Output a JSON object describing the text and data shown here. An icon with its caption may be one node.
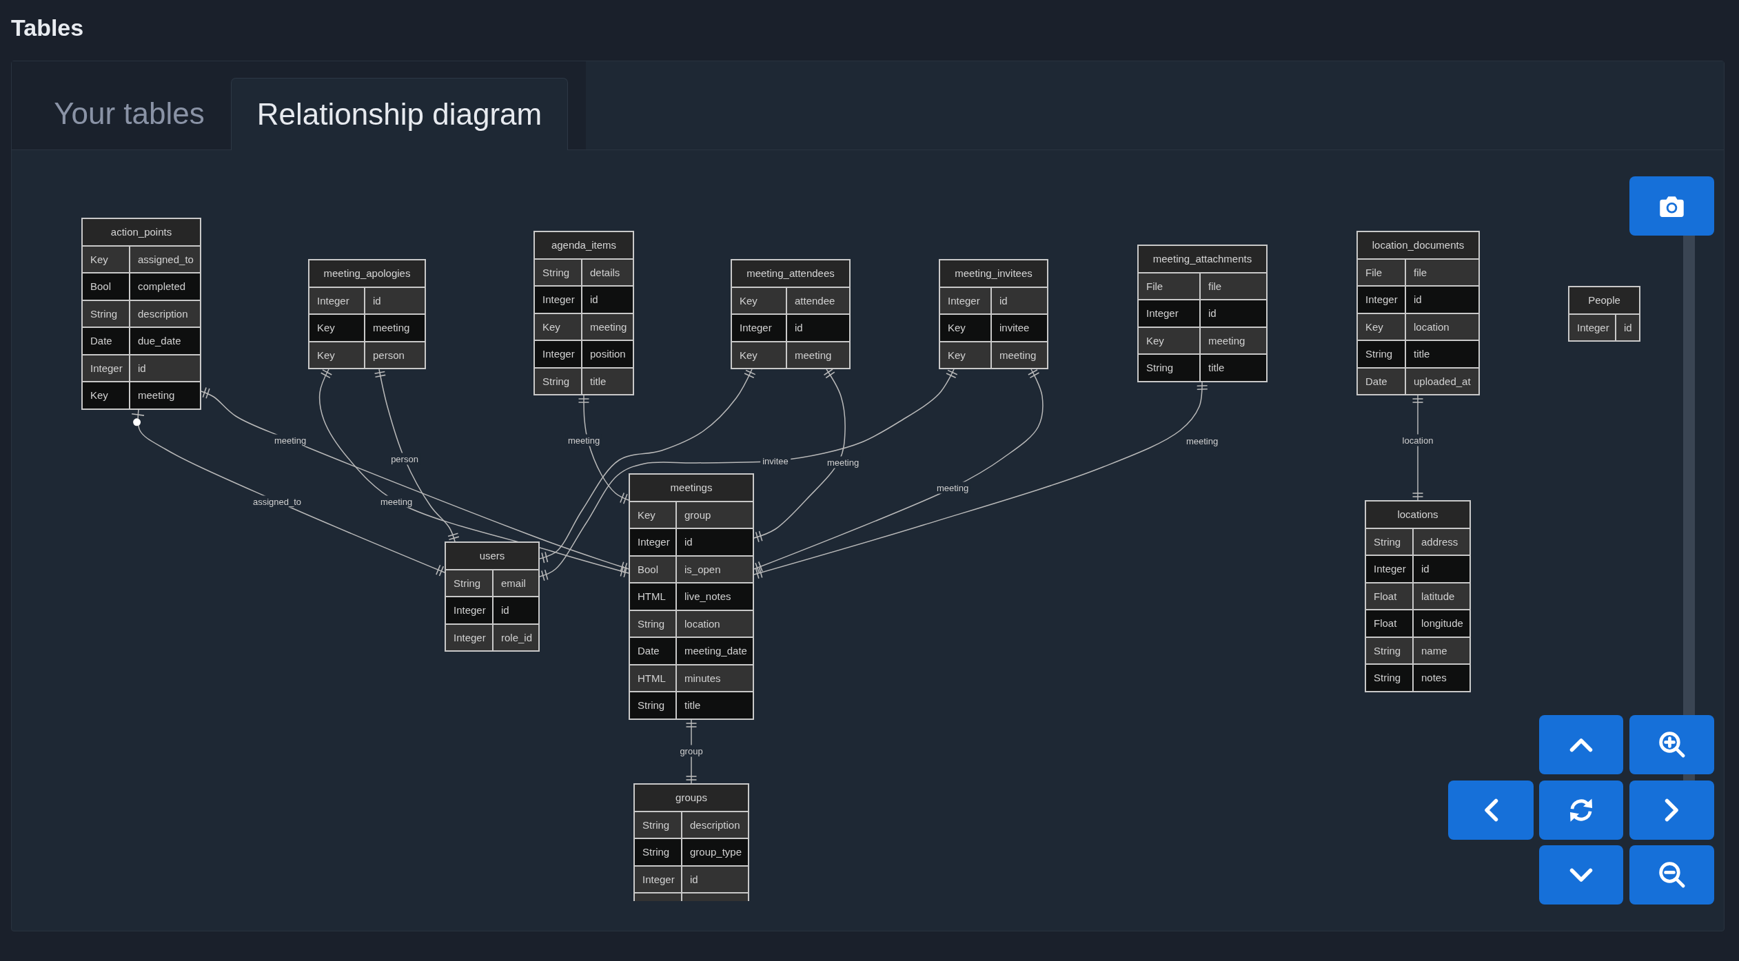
{
  "diagram": {
    "title": "Tables",
    "nodes": [
      {
        "text": [
          "action_points",
          "Key",
          "assigned_to",
          "Bool",
          "completed",
          "String",
          "description",
          "Date",
          "due_date",
          "Integer",
          "id",
          "Key",
          "meeting"
        ]
      },
      {
        "text": [
          "meeting_apologies",
          "Integer",
          "id",
          "Key",
          "meeting",
          "Key",
          "person"
        ]
      },
      {
        "text": [
          "agenda_items",
          "String",
          "details",
          "Integer",
          "id",
          "Key",
          "meeting",
          "Integer",
          "position",
          "String",
          "title"
        ]
      },
      {
        "text": [
          "meeting_attendees",
          "Key",
          "attendee",
          "Integer",
          "id",
          "Key",
          "meeting"
        ]
      },
      {
        "text": [
          "meeting_invitees",
          "Integer",
          "id",
          "Key",
          "invitee",
          "Key",
          "meeting"
        ]
      },
      {
        "text": [
          "meeting_attachments",
          "File",
          "file",
          "Integer",
          "id",
          "Key",
          "meeting",
          "String",
          "title"
        ]
      },
      {
        "text": [
          "location_documents",
          "File",
          "file",
          "Integer",
          "id",
          "Key",
          "location",
          "String",
          "title",
          "Date",
          "uploaded_at"
        ]
      },
      {
        "text": [
          "People",
          "Integer",
          "id"
        ]
      },
      {
        "text": [
          "users",
          "String",
          "email",
          "Integer",
          "id",
          "Integer",
          "role_id"
        ]
      },
      {
        "text": [
          "meetings",
          "Key",
          "group",
          "Integer",
          "id",
          "Bool",
          "is_open",
          "HTML",
          "live_notes",
          "String",
          "location",
          "Date",
          "meeting_date",
          "HTML",
          "minutes",
          "String",
          "title"
        ]
      },
      {
        "text": [
          "locations",
          "String",
          "address",
          "Integer",
          "id",
          "Float",
          "latitude",
          "Float",
          "longitude",
          "String",
          "name",
          "String",
          "notes"
        ]
      },
      {
        "text": [
          "groups",
          "String",
          "description",
          "String",
          "group_type",
          "Integer",
          "id"
        ]
      }
    ],
    "edges": [
      {
        "from": 0,
        "to": 8,
        "arrow": "other",
        "label": "assigned_to"
      },
      {
        "from": 0,
        "to": 9,
        "arrow": "other",
        "label": "meeting"
      },
      {
        "from": 1,
        "to": 9,
        "arrow": "other",
        "label": "meeting"
      },
      {
        "from": 1,
        "to": 8,
        "arrow": "other",
        "label": "person"
      },
      {
        "from": 2,
        "to": 9,
        "arrow": "other",
        "label": "meeting"
      },
      {
        "from": 3,
        "to": 8,
        "arrow": "other"
      },
      {
        "from": 3,
        "to": 9,
        "arrow": "other",
        "label": "meeting"
      },
      {
        "from": 4,
        "to": 8,
        "arrow": "other",
        "label": "invitee"
      },
      {
        "from": 4,
        "to": 9,
        "arrow": "other",
        "label": "meeting"
      },
      {
        "from": 5,
        "to": 9,
        "arrow": "other",
        "label": "meeting"
      },
      {
        "from": 9,
        "to": 11,
        "arrow": "other",
        "label": "group"
      },
      {
        "from": 6,
        "to": 10,
        "arrow": "other",
        "label": "location"
      }
    ],
    "labels": [
      "Your tables",
      "Relationship diagram"
    ]
  }
}
